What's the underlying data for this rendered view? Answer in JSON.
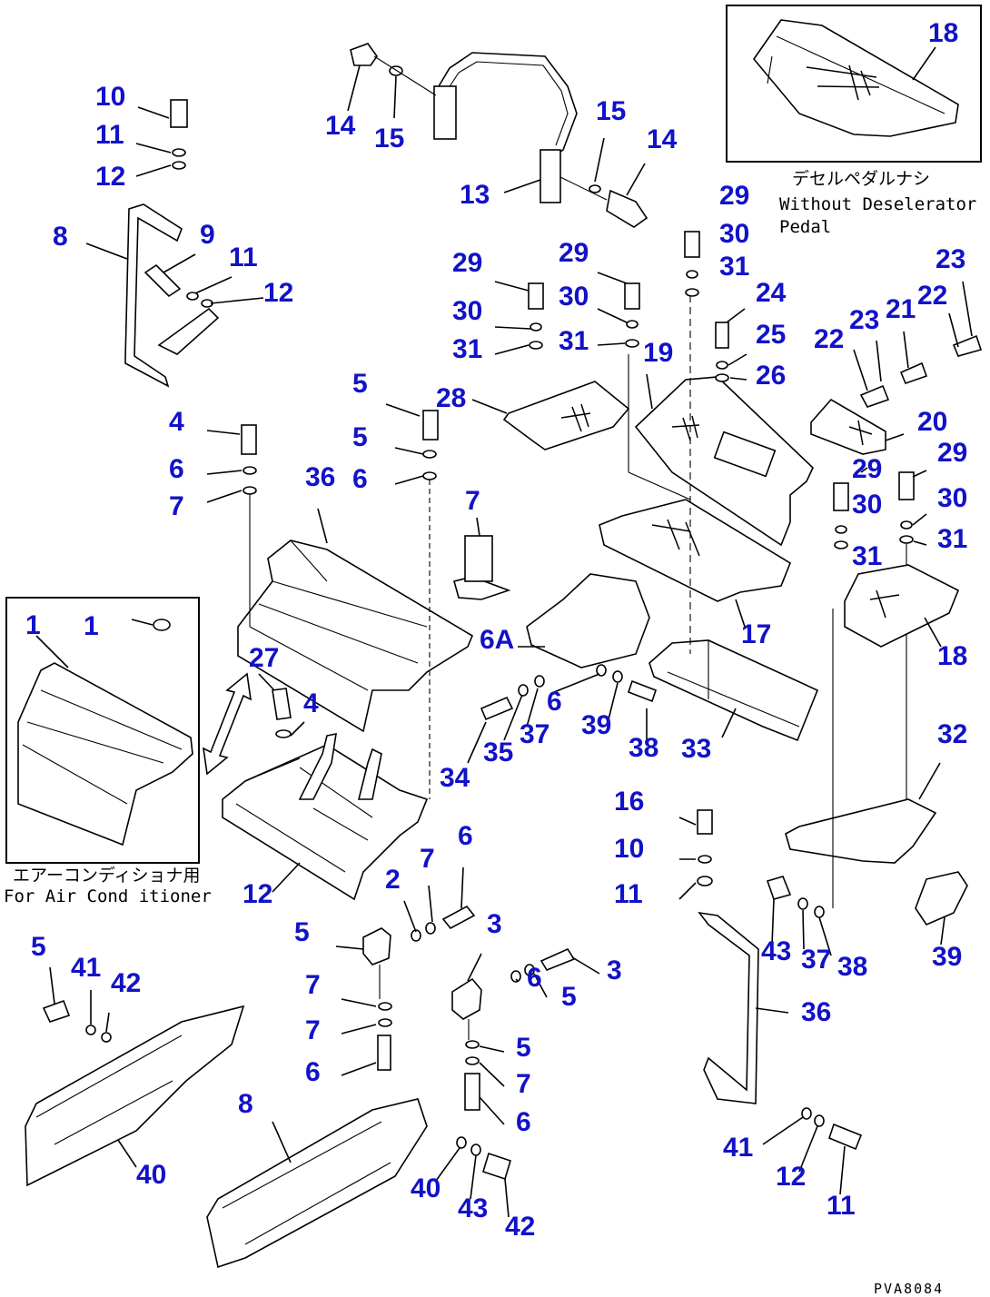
{
  "diagram": {
    "footer_code": "PVA8084",
    "insets": [
      {
        "id": "deceleration-pedal",
        "caption_jp": "デセルペダルナシ",
        "caption_en_1": "Without Deselerator",
        "caption_en_2": "Pedal"
      },
      {
        "id": "air-conditioner",
        "caption_jp": "エアーコンディショナ用",
        "caption_en": "For Air Cond itioner"
      }
    ],
    "callouts": [
      "10",
      "11",
      "12",
      "8",
      "9",
      "11",
      "12",
      "14",
      "15",
      "15",
      "14",
      "13",
      "18",
      "29",
      "30",
      "31",
      "29",
      "30",
      "31",
      "29",
      "30",
      "31",
      "24",
      "25",
      "26",
      "19",
      "23",
      "22",
      "21",
      "22",
      "23",
      "20",
      "29",
      "30",
      "31",
      "29",
      "30",
      "31",
      "5",
      "28",
      "4",
      "6",
      "7",
      "5",
      "6",
      "7",
      "36",
      "1",
      "1",
      "6A",
      "17",
      "18",
      "27",
      "4",
      "6",
      "39",
      "38",
      "37",
      "35",
      "34",
      "33",
      "32",
      "16",
      "10",
      "11",
      "12",
      "2",
      "7",
      "6",
      "5",
      "3",
      "3",
      "5",
      "6",
      "7",
      "7",
      "6",
      "5",
      "7",
      "6",
      "5",
      "41",
      "42",
      "43",
      "37",
      "38",
      "39",
      "36",
      "8",
      "40",
      "40",
      "43",
      "42",
      "41",
      "12",
      "11",
      "9"
    ]
  }
}
